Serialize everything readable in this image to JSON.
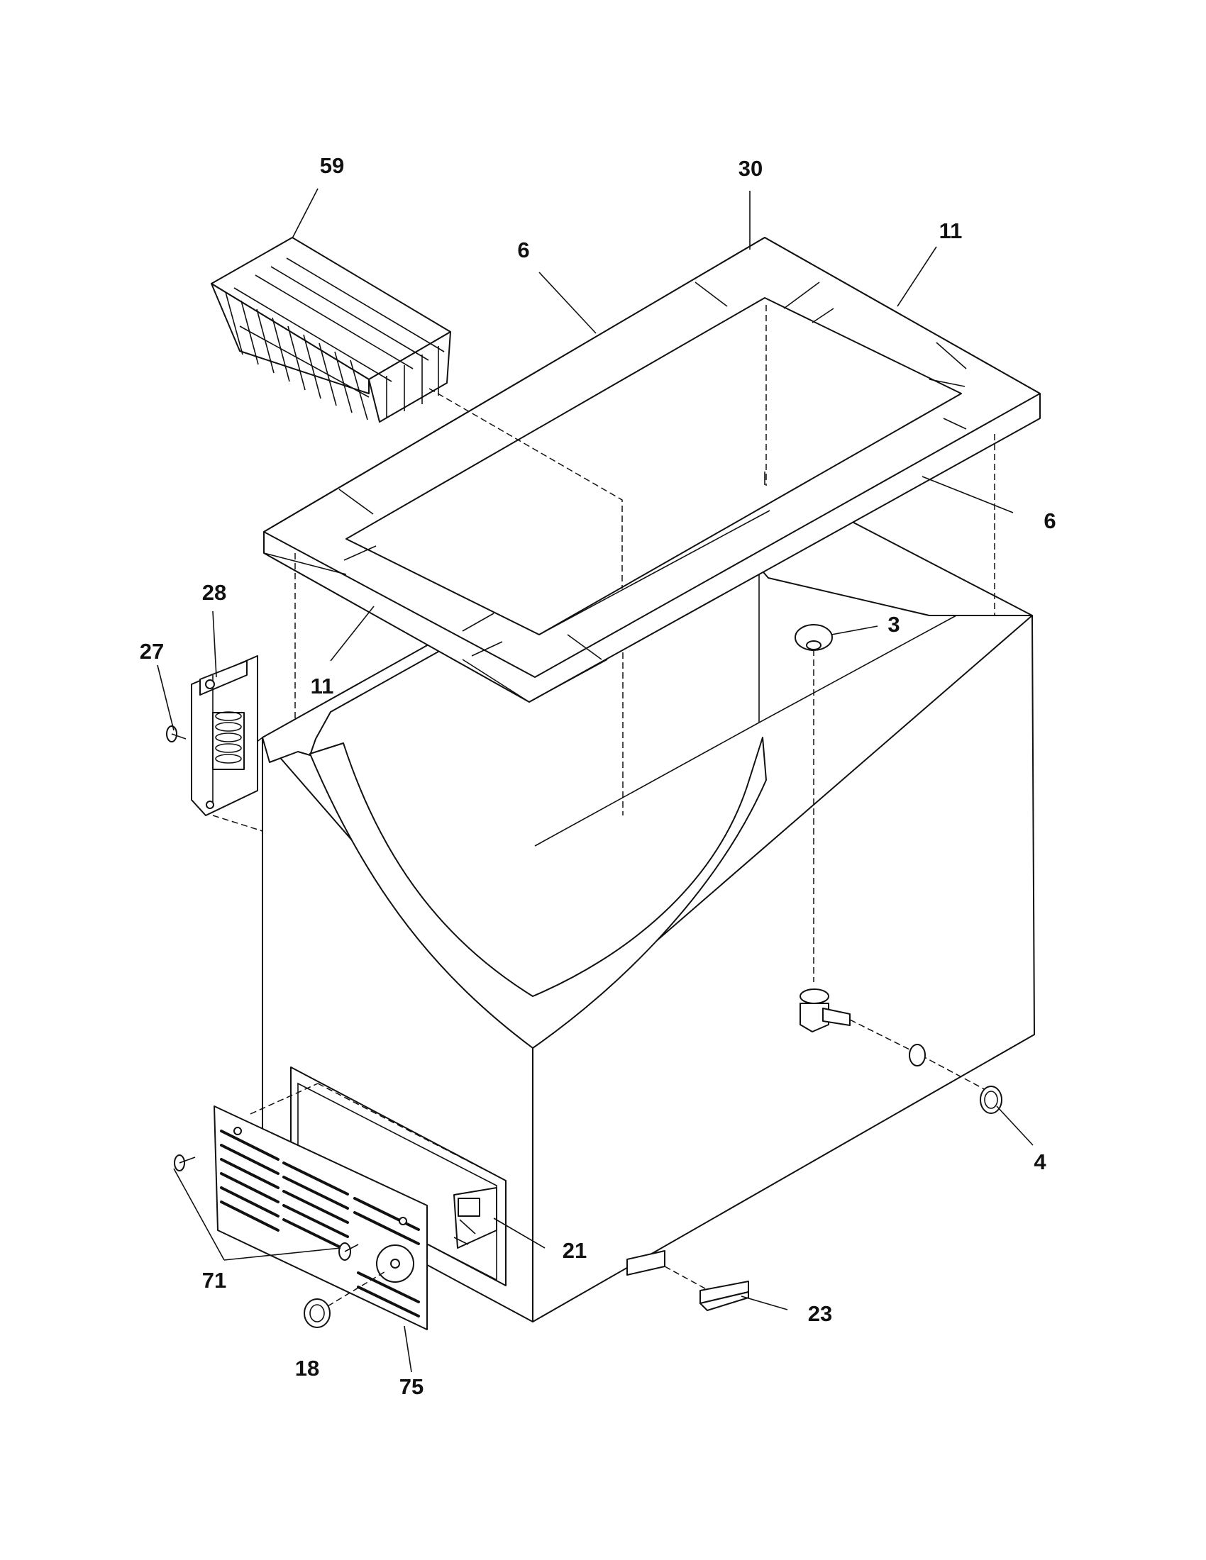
{
  "diagram": {
    "parts": [
      {
        "key": "basket",
        "label": "59"
      },
      {
        "key": "breaker-top-corner",
        "label": "30"
      },
      {
        "key": "breaker-strip-top-left",
        "label": "6"
      },
      {
        "key": "breaker-strip-top-right",
        "label": "11"
      },
      {
        "key": "breaker-strip-front-right",
        "label": "6"
      },
      {
        "key": "lid-hinge",
        "label": "28"
      },
      {
        "key": "hinge-screw",
        "label": "27"
      },
      {
        "key": "breaker-strip-front-left",
        "label": "11"
      },
      {
        "key": "drain-plug",
        "label": "3"
      },
      {
        "key": "drain-cap",
        "label": "4"
      },
      {
        "key": "cold-control",
        "label": "21"
      },
      {
        "key": "grille-screws",
        "label": "71"
      },
      {
        "key": "signal-light",
        "label": "23"
      },
      {
        "key": "control-knob",
        "label": "18"
      },
      {
        "key": "kickplate-grille",
        "label": "75"
      }
    ]
  }
}
